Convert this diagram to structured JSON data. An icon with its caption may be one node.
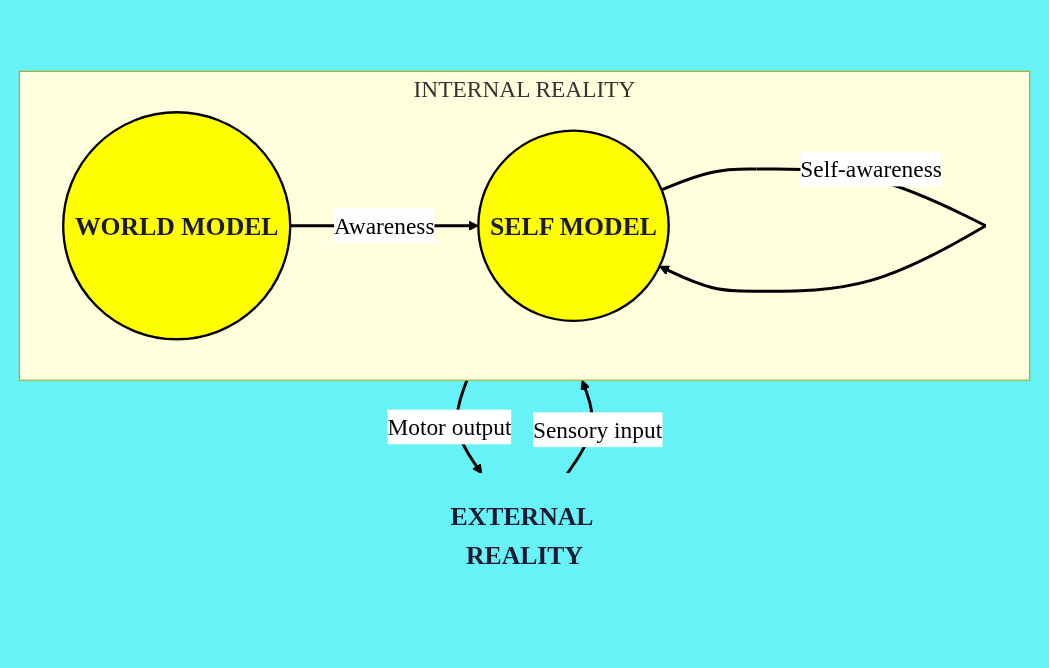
{
  "diagram": {
    "nodes": [
      {
        "text": [
          "EXTERNAL REALITY"
        ]
      },
      {
        "text": [
          "INTERNAL REALITY"
        ]
      },
      {
        "text": [
          "WORLD MODEL"
        ],
        "in": 1
      },
      {
        "text": [
          "SELF MODEL"
        ],
        "in": 1
      }
    ],
    "edges": [
      {
        "from": 0,
        "to": 1,
        "arrow": "to",
        "label": "Sensory input"
      },
      {
        "from": 1,
        "to": 0,
        "arrow": "to",
        "label": "Motor output"
      },
      {
        "from": 2,
        "to": 3,
        "arrow": "to",
        "label": "Awareness"
      },
      {
        "from": 3,
        "to": 3,
        "arrow": "to",
        "label": "Self-awareness"
      }
    ]
  }
}
